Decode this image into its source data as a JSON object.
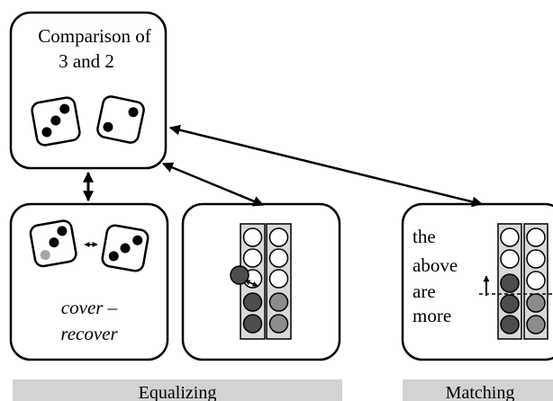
{
  "comparison_box": {
    "line1": "Comparison of",
    "line2": "3 and 2"
  },
  "cover_box": {
    "line1": "cover –",
    "line2": "recover"
  },
  "matching_box": {
    "line1": "the",
    "line2": "above",
    "line3": "are",
    "line4": "more"
  },
  "footer": {
    "equalizing": "Equalizing",
    "matching": "Matching"
  },
  "colors": {
    "black": "#000000",
    "white": "#ffffff",
    "light_gray": "#a6a6a6",
    "mid_gray": "#8c8c8c",
    "dark_gray": "#4d4d4d",
    "column_fill": "#d9d9d9",
    "footer_fill": "#d3d3d3"
  }
}
